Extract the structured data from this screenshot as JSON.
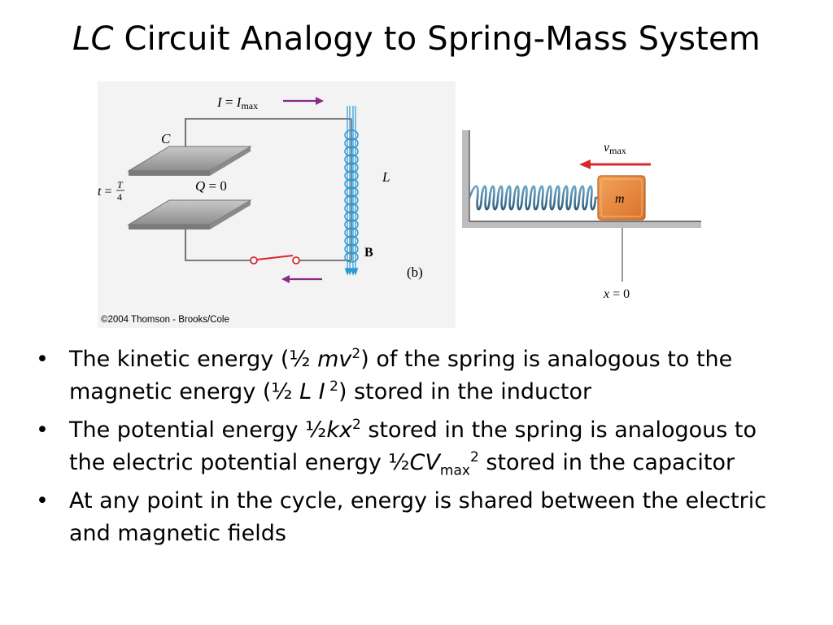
{
  "slide": {
    "title_italic": "LC",
    "title_rest": " Circuit Analogy to Spring-Mass System"
  },
  "figure": {
    "lc": {
      "current_label_I": "I",
      "current_label_eq": " = ",
      "current_label_Imax": "I",
      "current_label_sub": "max",
      "capacitor_label": "C",
      "time_label_t": "t",
      "time_label_eq": " = ",
      "time_frac_num": "T",
      "time_frac_den": "4",
      "charge_label": "Q = 0",
      "inductor_label": "L",
      "field_label": "B",
      "panel_label": "(b)"
    },
    "spring": {
      "velocity_label_v": "v",
      "velocity_label_sub": "max",
      "mass_label": "m",
      "position_label": "x = 0"
    },
    "copyright": "©2004 Thomson - Brooks/Cole",
    "colors": {
      "arrow_magenta": "#8a2a8a",
      "arrow_red": "#d8282a",
      "switch_red": "#d8282a",
      "coil_blue": "#2a9ad6",
      "mass_orange": "#e88a3a",
      "plate_gray": "#a8a8a8"
    }
  },
  "bullets": [
    {
      "p1": "The kinetic energy (½ ",
      "i1": "mv",
      "s1": "2",
      "p2": ") of the spring is analogous to the magnetic energy (½ ",
      "i2": "L I",
      "s2": " 2",
      "p3": ")  stored in the inductor"
    },
    {
      "p1": "The potential energy ½",
      "i1": "kx",
      "s1": "2",
      "p2": " stored in the spring is analogous to the electric potential energy ½",
      "i2": "CV",
      "sub2": "max",
      "s2": "2",
      "p3": " stored in the capacitor"
    },
    {
      "p1": "At any point in the cycle, energy is shared between the electric and magnetic fields"
    }
  ]
}
